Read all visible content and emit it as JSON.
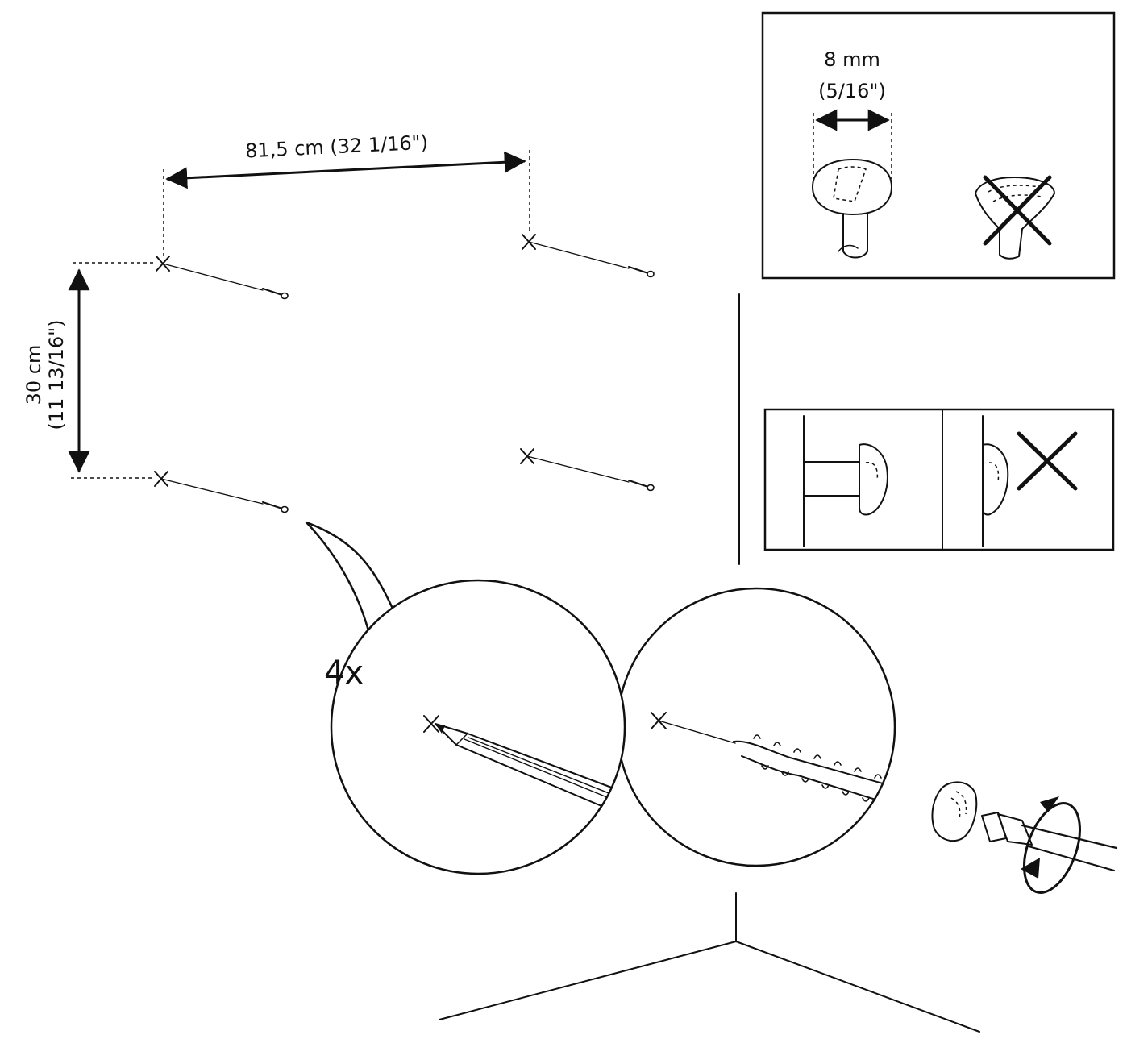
{
  "dimensions": {
    "horizontal_label": "81,5 cm (32 1/16\")",
    "vertical_label_line1": "30 cm",
    "vertical_label_line2": "(11 13/16\")"
  },
  "inset_screw_head": {
    "size_line1": "8 mm",
    "size_line2": "(5/16\")"
  },
  "quantity_label": "4x"
}
